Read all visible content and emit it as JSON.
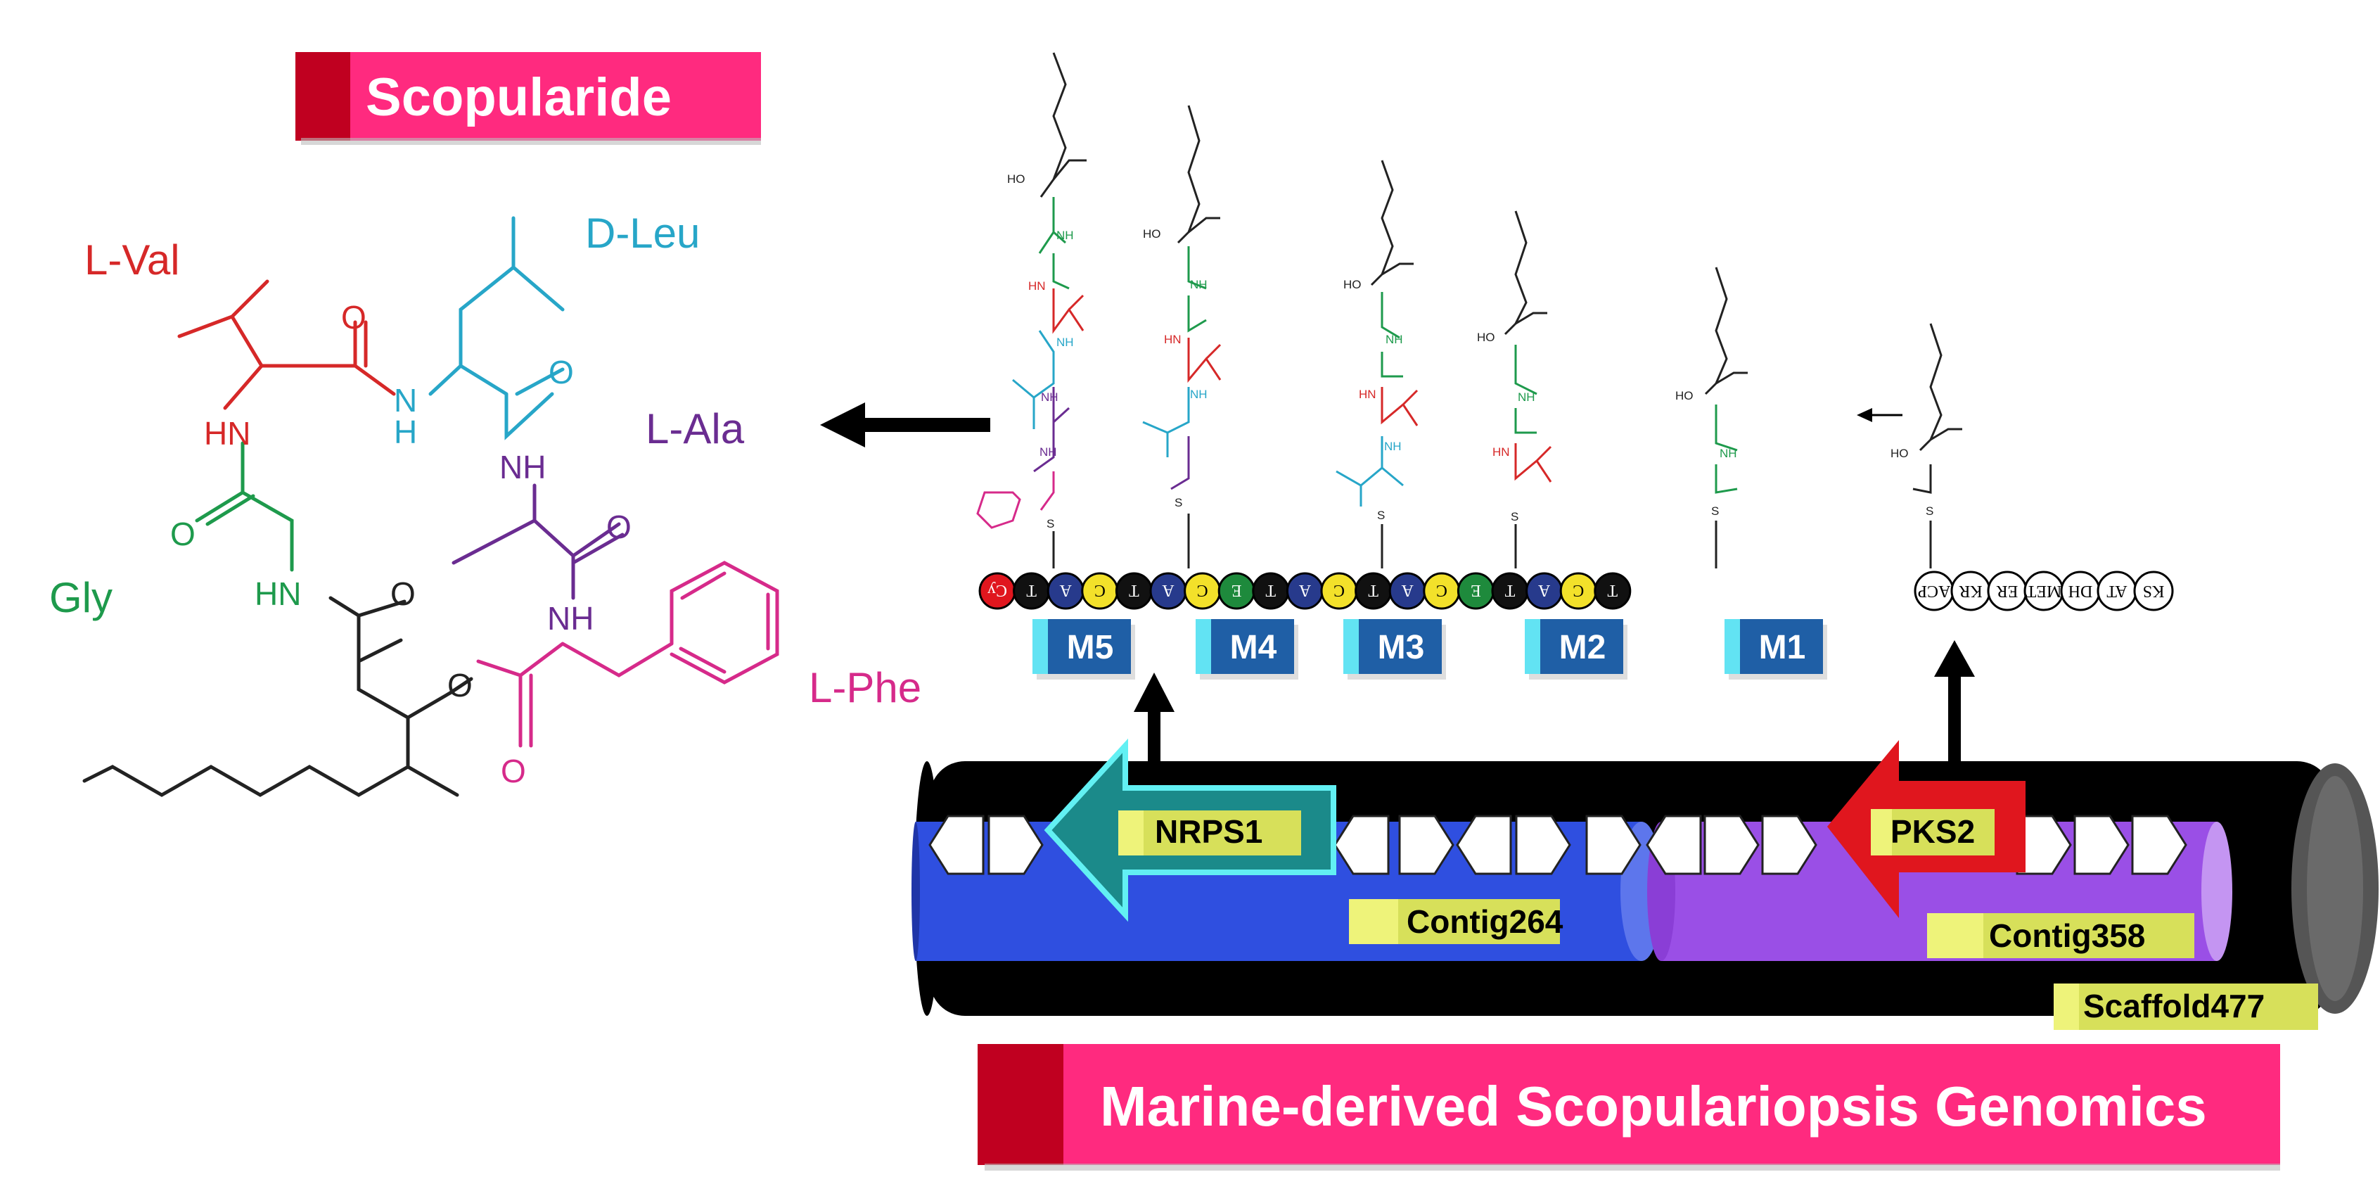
{
  "title": "Scopularide",
  "bottom_title": "Marine-derived Scopulariopsis Genomics",
  "residues": {
    "val": "L-Val",
    "leu": "D-Leu",
    "ala": "L-Ala",
    "gly": "Gly",
    "phe": "L-Phe"
  },
  "atoms": {
    "o": "O",
    "n": "N",
    "h": "H",
    "nh": "NH",
    "hn": "HN",
    "ho": "HO",
    "s": "S"
  },
  "modules": [
    "M5",
    "M4",
    "M3",
    "M2",
    "M1"
  ],
  "nrps_domains": [
    "Cy",
    "T",
    "A",
    "C",
    "T",
    "A",
    "C",
    "E",
    "T",
    "A",
    "C",
    "T",
    "A",
    "C",
    "E",
    "T",
    "A",
    "C",
    "T"
  ],
  "pks_domains": [
    "ACP",
    "KR",
    "ER",
    "MET",
    "DH",
    "AT",
    "KS"
  ],
  "genes": {
    "nrps": "NRPS1",
    "pks": "PKS2"
  },
  "contigs": {
    "left": "Contig264",
    "right": "Contig358",
    "scaffold": "Scaffold477"
  },
  "colors": {
    "banner_pink": "#ff2a7f",
    "banner_dark": "#c00020",
    "val": "#d62828",
    "leu": "#27a6c8",
    "ala": "#6a2c91",
    "gly": "#1e9a4c",
    "phe": "#d62a8a",
    "backbone": "#222222",
    "module_blue": "#1f5fa6",
    "module_cyan": "#62e3f3",
    "label_yellow": "#d7e05a",
    "nrps_teal": "#1b8a8a",
    "pks_red": "#e0161e",
    "contig_blue": "#2f4fe0",
    "contig_purple": "#9a4fe6",
    "dom_T": "#111111",
    "dom_A": "#273a8c",
    "dom_C": "#f3e12a",
    "dom_E": "#1e8a3c",
    "dom_Cy": "#e0161e"
  }
}
